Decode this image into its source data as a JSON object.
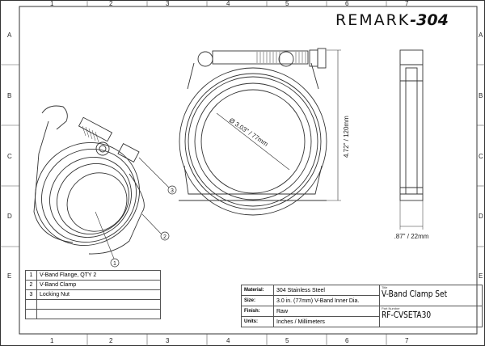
{
  "brand": {
    "name": "REMARK",
    "suffix": "-304"
  },
  "grid": {
    "columns": [
      "1",
      "2",
      "3",
      "4",
      "5",
      "6",
      "7"
    ],
    "rows": [
      "A",
      "B",
      "C",
      "D",
      "E"
    ]
  },
  "dimensions": {
    "inner_diameter": "Ø 3.03\" / 77mm",
    "height": "4.72\" / 120mm",
    "width": ".87\" / 22mm"
  },
  "callouts": [
    "1",
    "2",
    "3"
  ],
  "bom": [
    {
      "num": "1",
      "desc": "V-Band Flange, QTY 2"
    },
    {
      "num": "2",
      "desc": "V-Band Clamp"
    },
    {
      "num": "3",
      "desc": "Locking Nut"
    },
    {
      "num": "",
      "desc": ""
    },
    {
      "num": "",
      "desc": ""
    }
  ],
  "title_block": {
    "rows": [
      {
        "label": "Material:",
        "value": "304 Stainless Steel"
      },
      {
        "label": "Size:",
        "value": "3.0 in. (77mm) V-Band Inner Dia."
      },
      {
        "label": "Finish:",
        "value": "Raw"
      },
      {
        "label": "Units:",
        "value": "Inches / Millimeters"
      }
    ],
    "title_caption": "Title",
    "title": "V-Band Clamp Set",
    "part_caption": "Part Number",
    "part_number": "RF-CVSETA30"
  }
}
